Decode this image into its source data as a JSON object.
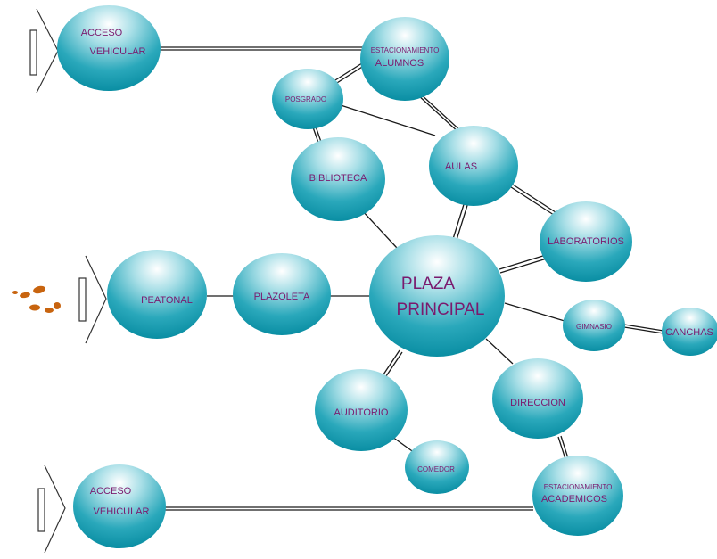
{
  "nodes": {
    "acceso_vehicular_top": {
      "line1": "ACCESO",
      "line2": "VEHICULAR"
    },
    "estacionamiento_alumnos": {
      "line1": "ESTACIONAMIENTO",
      "line2": "ALUMNOS"
    },
    "posgrado": {
      "label": "POSGRADO"
    },
    "biblioteca": {
      "label": "BIBLIOTECA"
    },
    "aulas": {
      "label": "AULAS"
    },
    "laboratorios": {
      "label": "LABORATORIOS"
    },
    "peatonal": {
      "label": "PEATONAL"
    },
    "plazoleta": {
      "label": "PLAZOLETA"
    },
    "plaza_principal": {
      "line1": "PLAZA",
      "line2": "PRINCIPAL"
    },
    "gimnasio": {
      "label": "GIMNASIO"
    },
    "canchas": {
      "label": "CANCHAS"
    },
    "auditorio": {
      "label": "AUDITORIO"
    },
    "direccion": {
      "label": "DIRECCION"
    },
    "comedor": {
      "label": "COMEDOR"
    },
    "estacionamiento_academicos": {
      "line1": "ESTACIONAMIENTO",
      "line2": "ACADEMICOS"
    },
    "acceso_vehicular_bottom": {
      "line1": "ACCESO",
      "line2": "VEHICULAR"
    }
  },
  "colors": {
    "node_center": "#ffffff",
    "node_edge": "#0d95a8",
    "label": "#7a1a6e",
    "line": "#1a1a1a",
    "footprints": "#c8640f"
  }
}
